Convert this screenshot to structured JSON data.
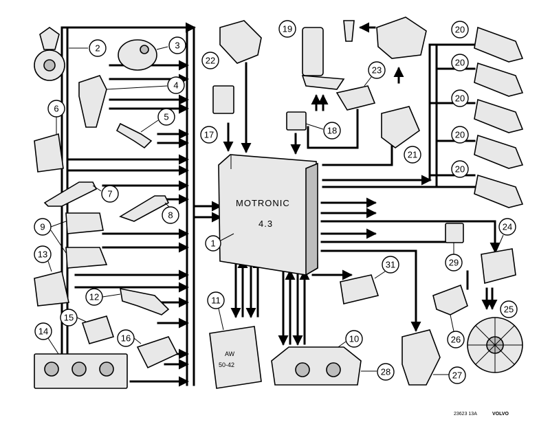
{
  "ecu": {
    "line1": "MOTRONIC",
    "line2": "4.3",
    "callout": "1"
  },
  "callouts": {
    "c2": "2",
    "c3": "3",
    "c4": "4",
    "c5": "5",
    "c6": "6",
    "c7": "7",
    "c8": "8",
    "c9": "9",
    "c10": "10",
    "c11": "11",
    "c12": "12",
    "c13": "13",
    "c14": "14",
    "c15": "15",
    "c16": "16",
    "c17": "17",
    "c18": "18",
    "c19": "19",
    "c20a": "20",
    "c20b": "20",
    "c20c": "20",
    "c20d": "20",
    "c20e": "20",
    "c21": "21",
    "c22": "22",
    "c23": "23",
    "c24": "24",
    "c25": "25",
    "c26": "26",
    "c27": "27",
    "c28": "28",
    "c29": "29",
    "c31": "31"
  },
  "gearbox_module": {
    "line1": "AW",
    "line2": "50-42"
  },
  "footer": {
    "code": "23623 13A",
    "brand": "VOLVO"
  }
}
